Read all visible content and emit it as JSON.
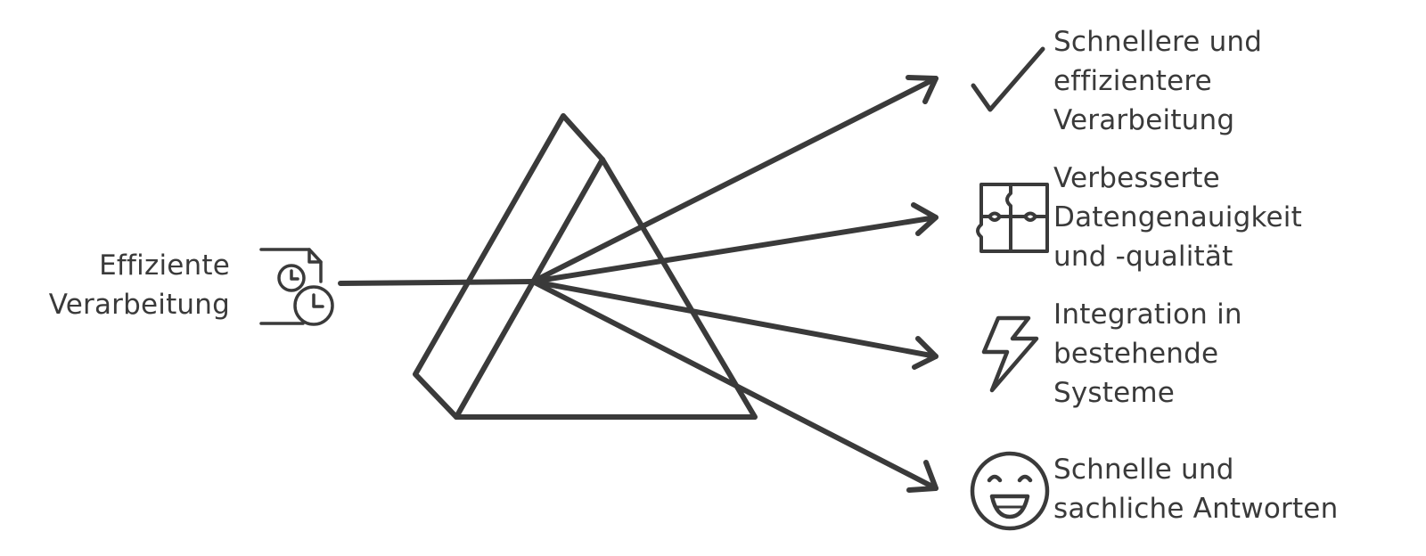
{
  "diagram": {
    "colors": {
      "stroke": "#3a3a3a",
      "background": "#ffffff"
    },
    "input": {
      "icon": "document-clock-icon",
      "lines": [
        "Effiziente",
        "Verarbeitung"
      ]
    },
    "outputs": [
      {
        "icon": "checkmark-icon",
        "lines": [
          "Schnellere und",
          "effizientere",
          "Verarbeitung"
        ]
      },
      {
        "icon": "puzzle-icon",
        "lines": [
          "Verbesserte",
          "Datengenauigkeit",
          "und -qualität"
        ]
      },
      {
        "icon": "lightning-icon",
        "lines": [
          "Integration in",
          "bestehende",
          "Systeme"
        ]
      },
      {
        "icon": "smiley-icon",
        "lines": [
          "Schnelle und",
          "sachliche Antworten"
        ]
      }
    ]
  }
}
